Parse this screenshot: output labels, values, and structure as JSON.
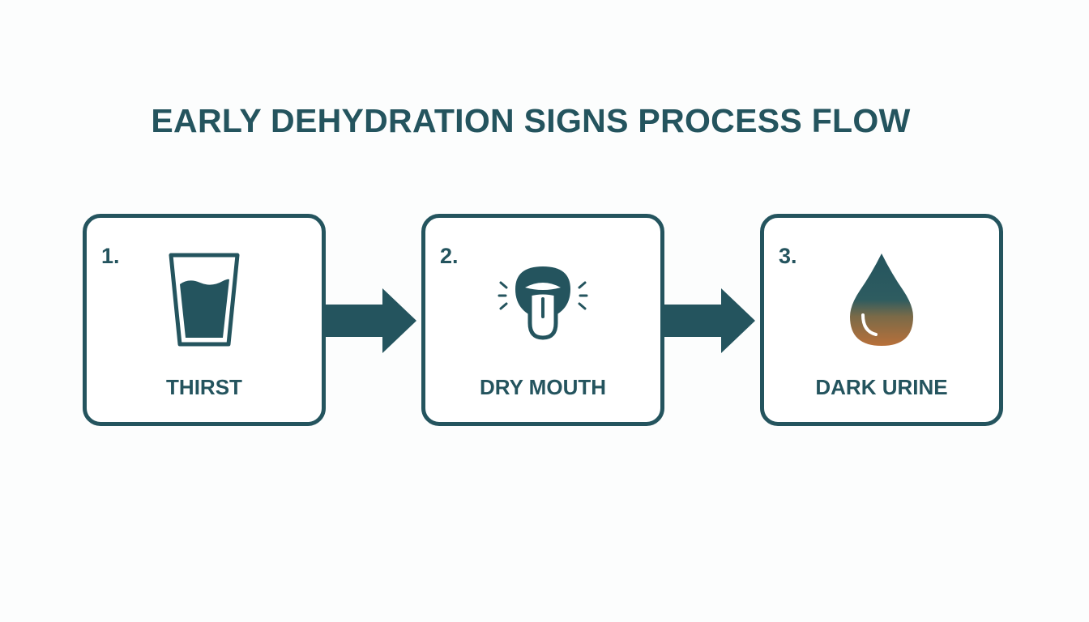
{
  "diagram": {
    "title": "EARLY DEHYDRATION SIGNS PROCESS FLOW",
    "steps": [
      {
        "number": "1.",
        "label": "THIRST",
        "icon": "water-glass-icon"
      },
      {
        "number": "2.",
        "label": "DRY MOUTH",
        "icon": "dry-mouth-tongue-icon"
      },
      {
        "number": "3.",
        "label": "DARK URINE",
        "icon": "dark-droplet-icon"
      }
    ],
    "connectors": [
      "arrow-right-icon",
      "arrow-right-icon"
    ]
  },
  "colors": {
    "primary": "#24545e",
    "background": "#fcfdfd",
    "droplet_top": "#24545e",
    "droplet_bottom": "#b0703a"
  }
}
